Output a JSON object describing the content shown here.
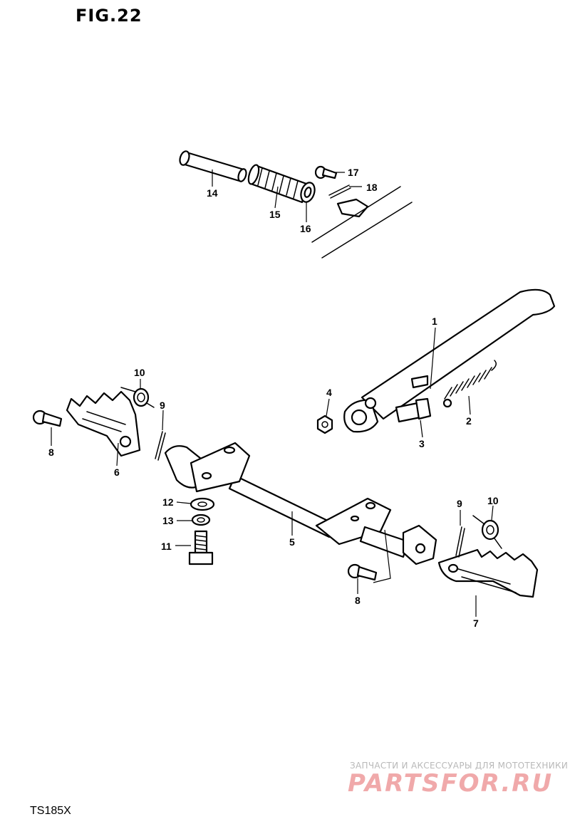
{
  "figure": {
    "title": "FIG.22"
  },
  "model": {
    "code": "TS185X"
  },
  "watermark": {
    "tagline": "ЗАПЧАСТИ И АКСЕССУАРЫ ДЛЯ МОТОТЕХНИКИ",
    "logo": "PARTSFOR.RU"
  },
  "callouts": [
    {
      "id": "c1",
      "label": "1"
    },
    {
      "id": "c2",
      "label": "2"
    },
    {
      "id": "c3",
      "label": "3"
    },
    {
      "id": "c4",
      "label": "4"
    },
    {
      "id": "c5",
      "label": "5"
    },
    {
      "id": "c6",
      "label": "6"
    },
    {
      "id": "c7",
      "label": "7"
    },
    {
      "id": "c8a",
      "label": "8"
    },
    {
      "id": "c8b",
      "label": "8"
    },
    {
      "id": "c9a",
      "label": "9"
    },
    {
      "id": "c9b",
      "label": "9"
    },
    {
      "id": "c10a",
      "label": "10"
    },
    {
      "id": "c10b",
      "label": "10"
    },
    {
      "id": "c11",
      "label": "11"
    },
    {
      "id": "c12",
      "label": "12"
    },
    {
      "id": "c13",
      "label": "13"
    },
    {
      "id": "c14",
      "label": "14"
    },
    {
      "id": "c15",
      "label": "15"
    },
    {
      "id": "c16",
      "label": "16"
    },
    {
      "id": "c17",
      "label": "17"
    },
    {
      "id": "c18",
      "label": "18"
    }
  ]
}
